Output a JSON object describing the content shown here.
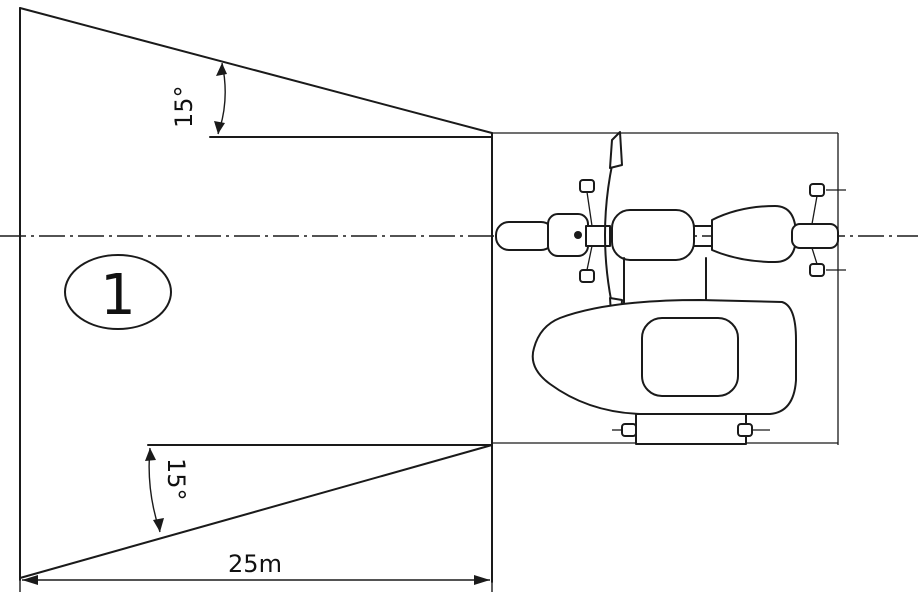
{
  "figure": {
    "marker_number": "1",
    "angle_top": "15°",
    "angle_bottom": "15°",
    "distance_label": "25m"
  }
}
